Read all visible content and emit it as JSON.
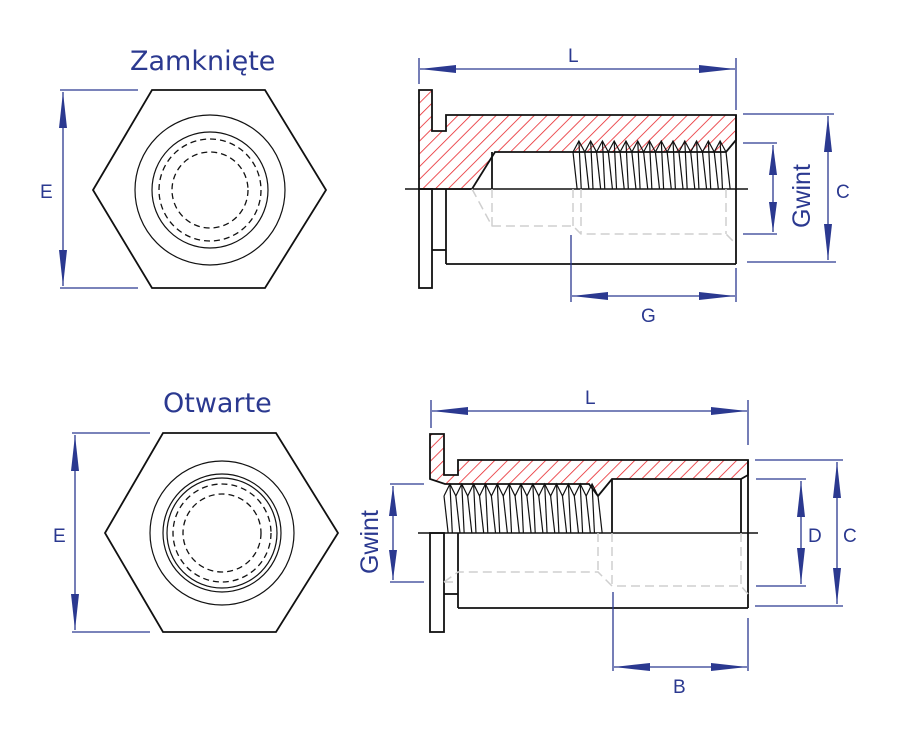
{
  "figure": {
    "top": {
      "title": "Zamknięte",
      "labels": {
        "E": "E",
        "L": "L",
        "G": "G",
        "Gwint": "Gwint",
        "C": "C"
      }
    },
    "bottom": {
      "title": "Otwarte",
      "labels": {
        "E": "E",
        "L": "L",
        "B": "B",
        "Gwint": "Gwint",
        "D": "D",
        "C": "C"
      }
    }
  },
  "colors": {
    "dimension": "#2b3990",
    "hatch": "#e8262b",
    "outline": "#111111",
    "hidden": "#cfcfcf"
  }
}
